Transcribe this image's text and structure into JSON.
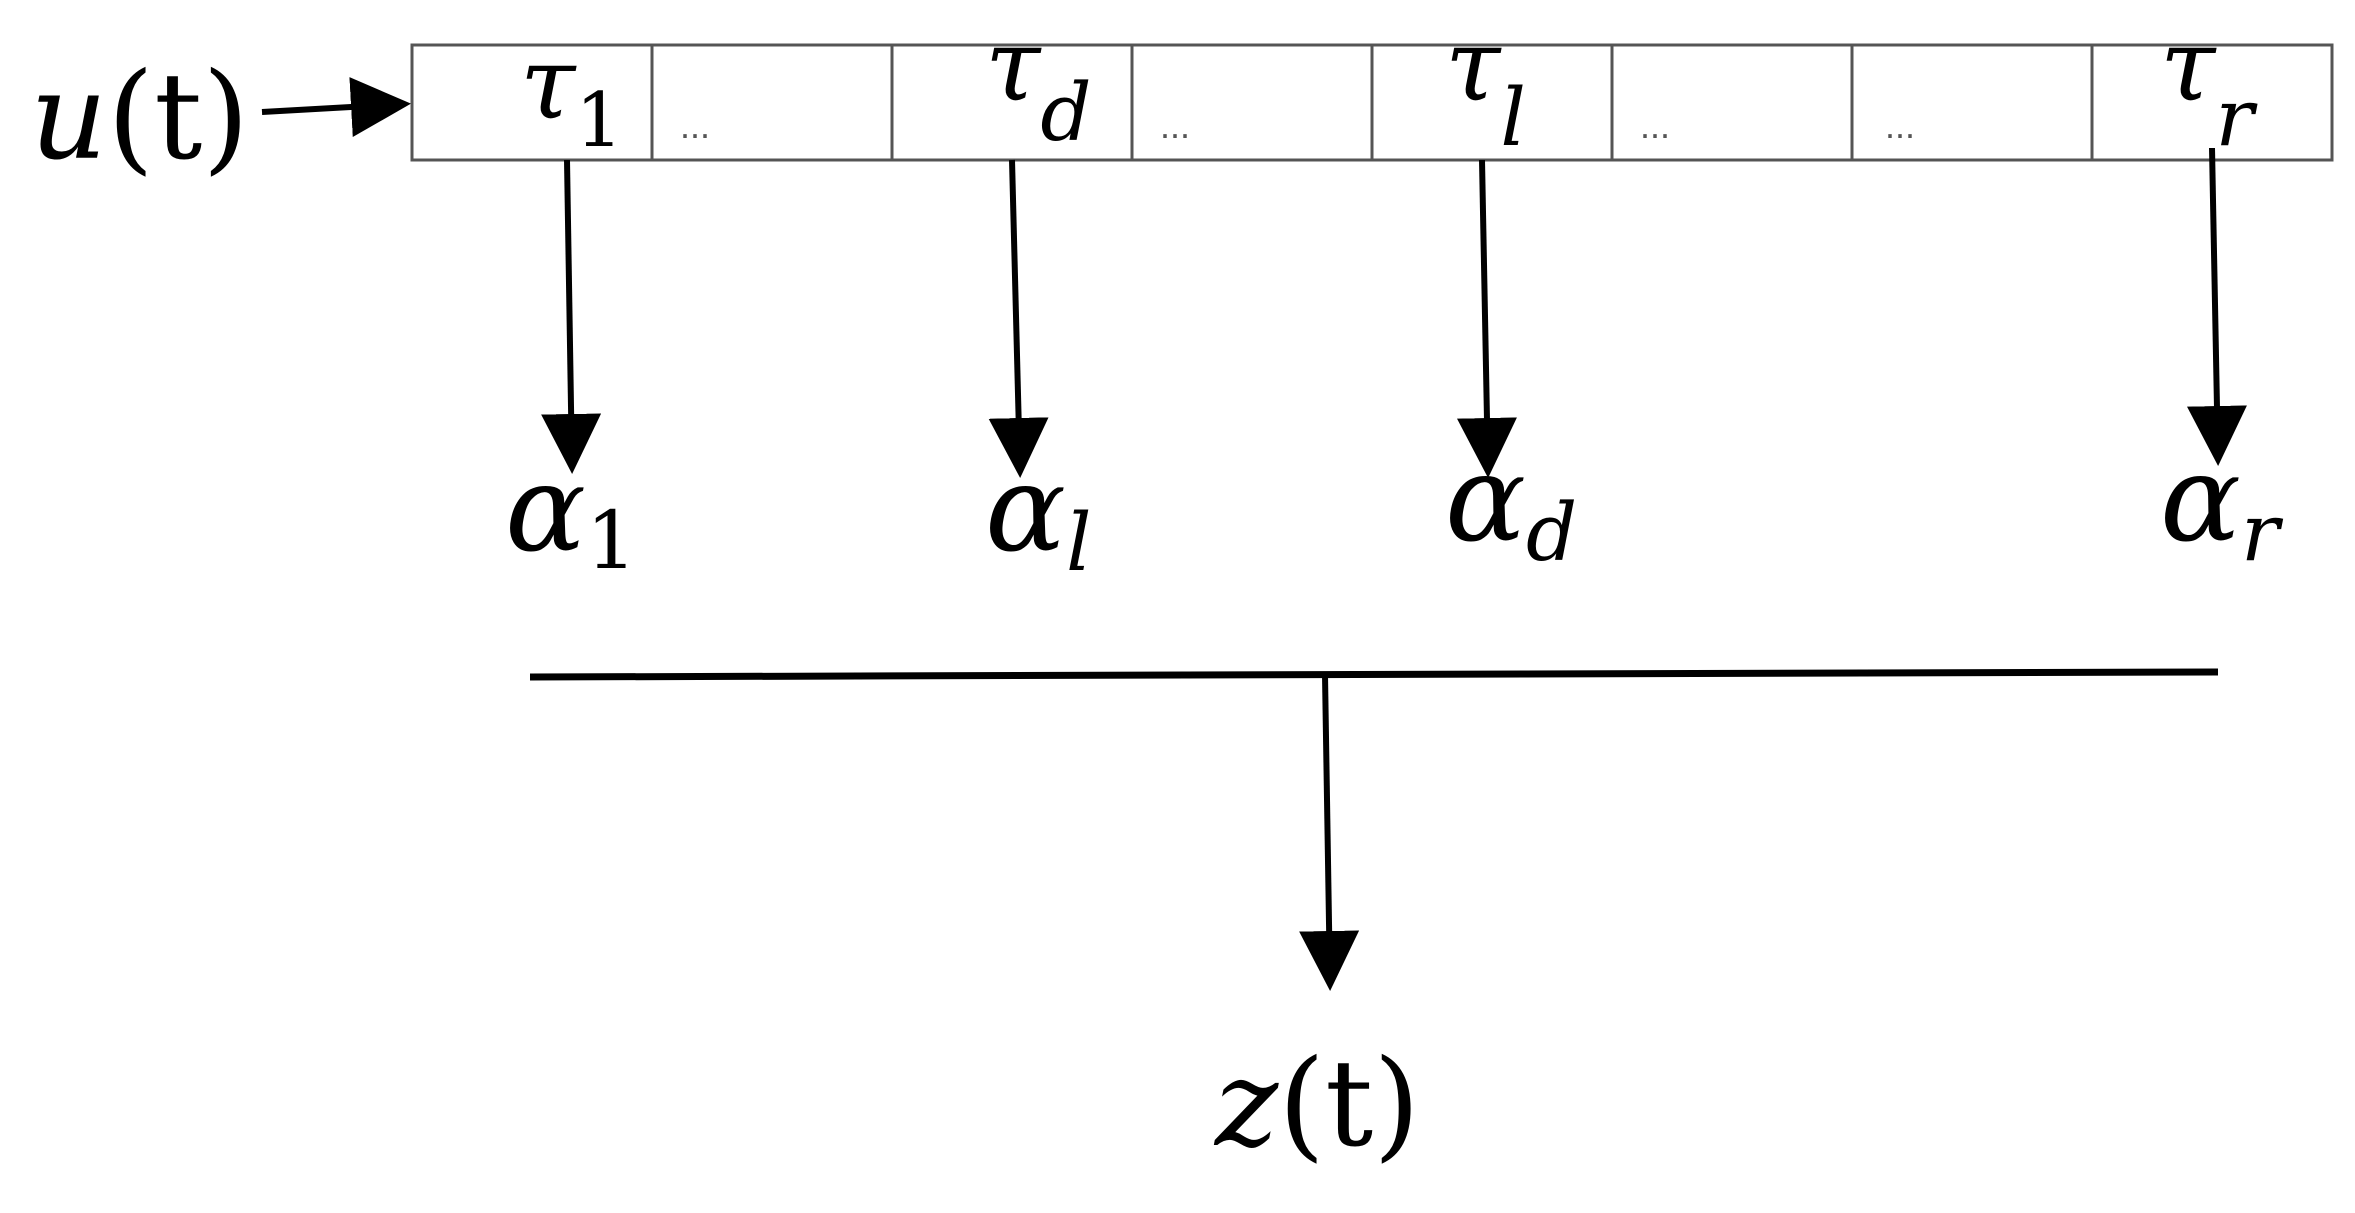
{
  "input": {
    "base": "u",
    "arg": "(t)"
  },
  "output": {
    "base": "z",
    "arg": "(t)"
  },
  "cells": [
    {
      "kind": "tau",
      "base": "τ",
      "sub": "1"
    },
    {
      "kind": "dots",
      "text": "..."
    },
    {
      "kind": "tau",
      "base": "τ",
      "sub": "d"
    },
    {
      "kind": "dots",
      "text": "..."
    },
    {
      "kind": "tau",
      "base": "τ",
      "sub": "l"
    },
    {
      "kind": "dots",
      "text": "..."
    },
    {
      "kind": "dots",
      "text": "..."
    },
    {
      "kind": "tau",
      "base": "τ",
      "sub": "r"
    }
  ],
  "weights": [
    {
      "base": "α",
      "sub": "1"
    },
    {
      "base": "α",
      "sub": "l"
    },
    {
      "base": "α",
      "sub": "d"
    },
    {
      "base": "α",
      "sub": "r"
    }
  ],
  "colors": {
    "stroke": "#000000",
    "cell_border": "#555555",
    "dots": "#555555"
  }
}
